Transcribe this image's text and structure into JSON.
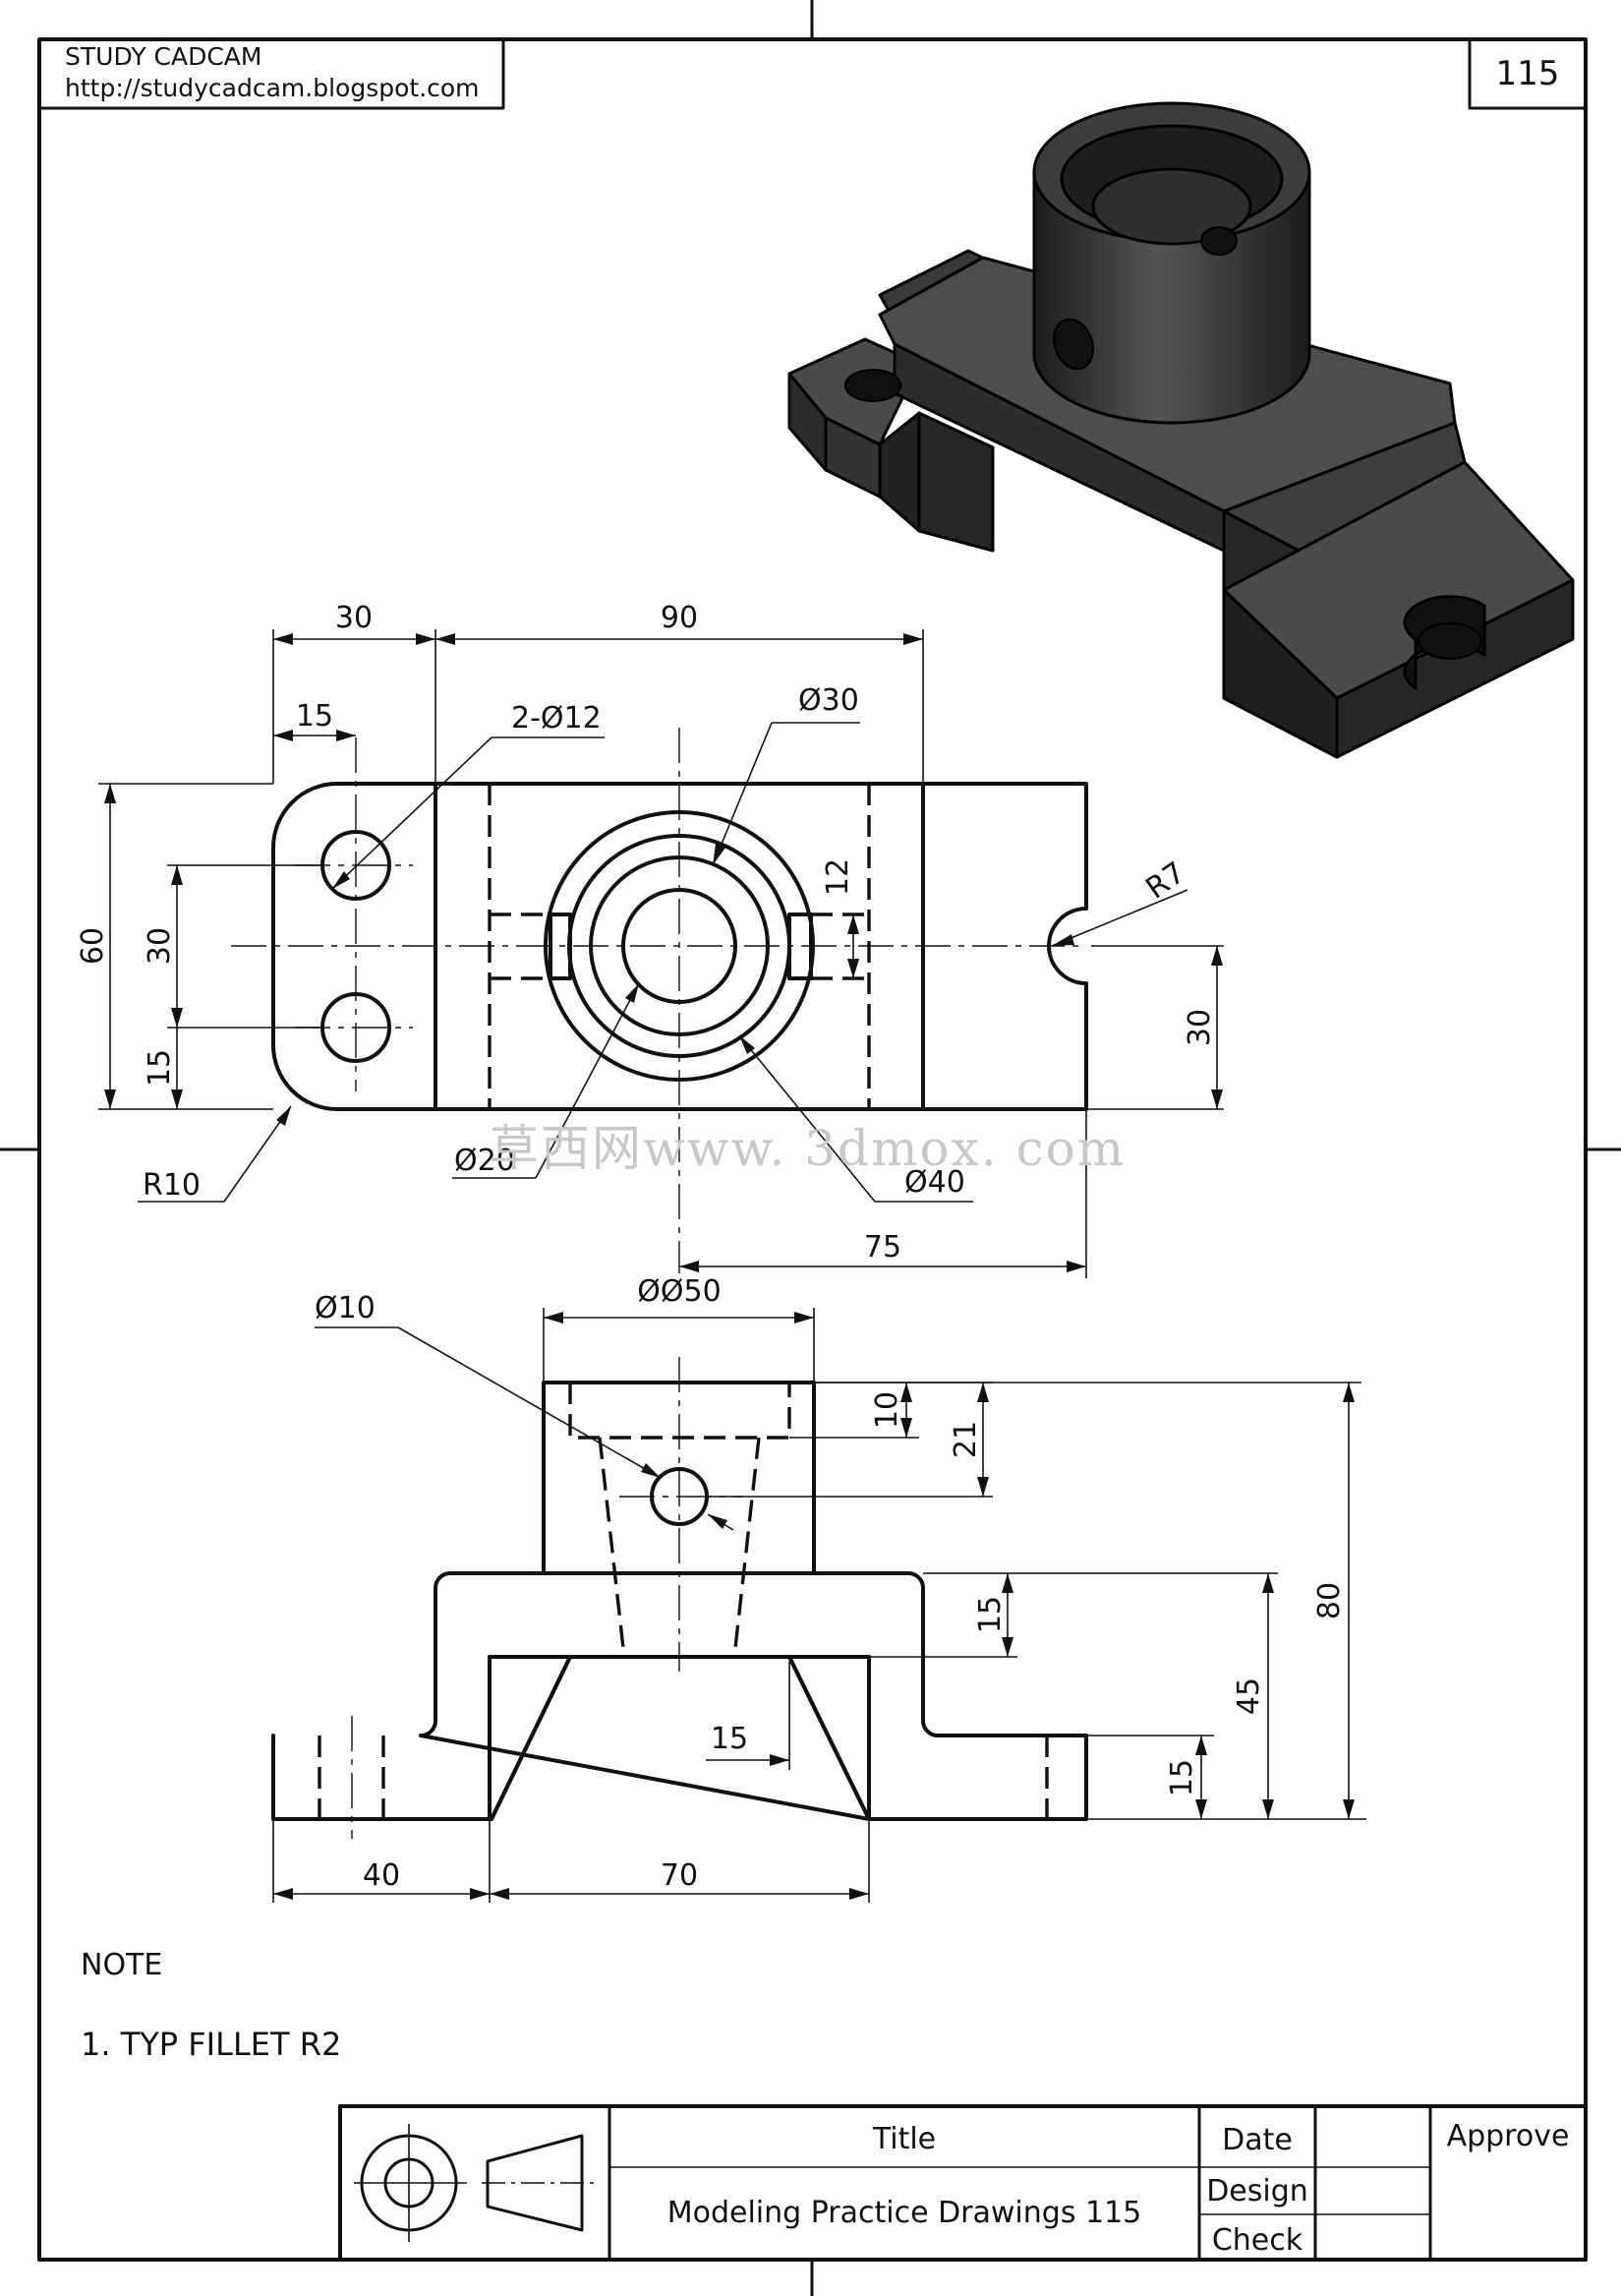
{
  "header": {
    "brand": "STUDY CADCAM",
    "url": "http://studycadcam.blogspot.com",
    "sheet_number": "115"
  },
  "watermark": "草西网www. 3dmox. com",
  "dimensions": {
    "top": {
      "d30_width": "30",
      "d90_width": "90",
      "d15_hole_offset": "15",
      "holes": "2-Ø12",
      "bore30": "Ø30",
      "h12": "12",
      "notch_radius": "R7",
      "h60": "60",
      "h30_holes": "30",
      "h15": "15",
      "h30_right": "30",
      "fillet_r10": "R10",
      "bore20": "Ø20",
      "boss40": "Ø40",
      "d75": "75"
    },
    "front": {
      "cross_hole": "Ø10",
      "boss50": "ØØ50",
      "d10": "10",
      "d21": "21",
      "d15_top": "15",
      "d80": "80",
      "d45": "45",
      "d15_inner": "15",
      "d15_base": "15",
      "d40": "40",
      "d70": "70"
    }
  },
  "notes": {
    "heading": "NOTE",
    "item1": "1. TYP FILLET R2"
  },
  "title_block": {
    "title_label": "Title",
    "title_value": "Modeling Practice Drawings 115",
    "date_label": "Date",
    "design_label": "Design",
    "check_label": "Check",
    "approve_label": "Approve"
  },
  "colors": {
    "ink": "#111111",
    "model_top": "#4a4a4a",
    "model_side": "#2b2b2b",
    "model_dark": "#1a1a1a"
  }
}
